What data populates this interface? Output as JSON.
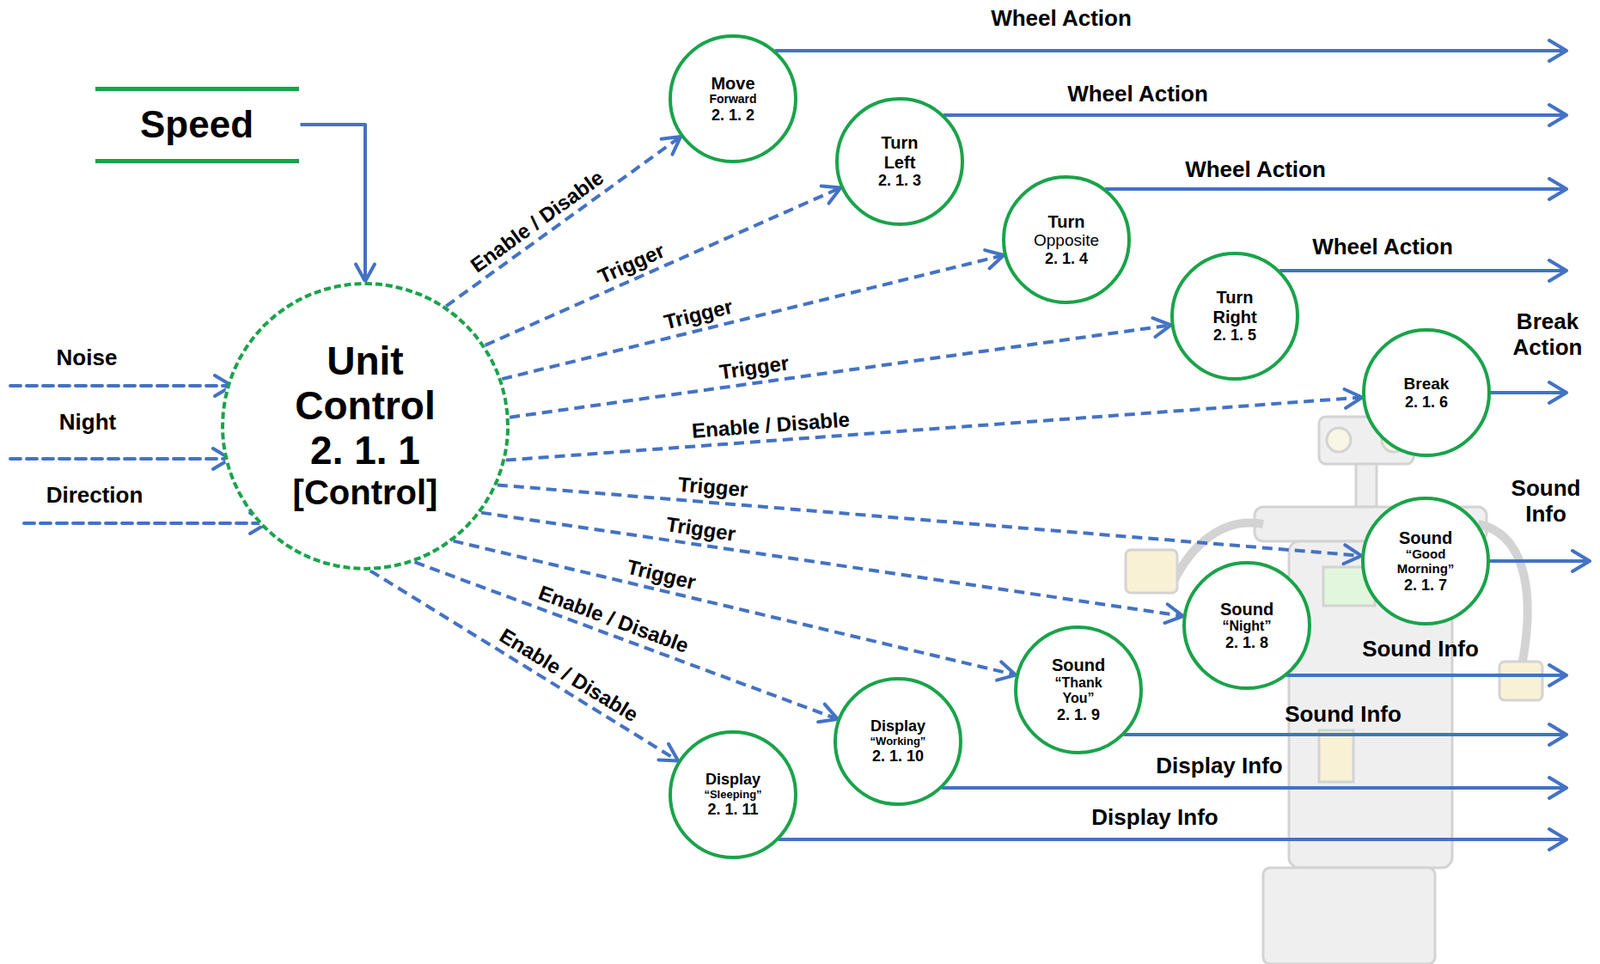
{
  "diagram": {
    "nodes": [
      {
        "text": [
          "Speed"
        ]
      },
      {
        "text": [
          "Unit Control",
          "2. 1. 1",
          "[Control]"
        ]
      },
      {
        "text": [
          "Move",
          "Forward",
          "2. 1. 2"
        ]
      },
      {
        "text": [
          "Turn Left",
          "2. 1. 3"
        ]
      },
      {
        "text": [
          "Turn",
          "Opposite",
          "2. 1. 4"
        ]
      },
      {
        "text": [
          "Turn Right",
          "2. 1. 5"
        ]
      },
      {
        "text": [
          "Break",
          "2. 1. 6"
        ]
      },
      {
        "text": [
          "Sound",
          "“Good Morning”",
          "2. 1. 7"
        ]
      },
      {
        "text": [
          "Sound",
          "“Night”",
          "2. 1. 8"
        ]
      },
      {
        "text": [
          "Sound",
          "“Thank You”",
          "2. 1. 9"
        ]
      },
      {
        "text": [
          "Display",
          "“Working”",
          "2. 1. 10"
        ]
      },
      {
        "text": [
          "Display",
          "“Sleeping”",
          "2. 1. 11"
        ]
      }
    ],
    "edges": [
      {
        "from": 0,
        "to": 1,
        "arrow": "to"
      },
      {
        "from": 1,
        "to": 2,
        "label": "Enable / Disable",
        "arrow": "to"
      },
      {
        "from": 1,
        "to": 3,
        "label": "Trigger",
        "arrow": "to"
      },
      {
        "from": 1,
        "to": 4,
        "label": "Trigger",
        "arrow": "to"
      },
      {
        "from": 1,
        "to": 5,
        "label": "Trigger",
        "arrow": "to"
      },
      {
        "from": 1,
        "to": 6,
        "label": "Enable / Disable",
        "arrow": "to"
      },
      {
        "from": 1,
        "to": 7,
        "label": "Trigger",
        "arrow": "to"
      },
      {
        "from": 1,
        "to": 8,
        "label": "Trigger",
        "arrow": "to"
      },
      {
        "from": 1,
        "to": 9,
        "label": "Trigger",
        "arrow": "to"
      },
      {
        "from": 1,
        "to": 10,
        "label": "Enable / Disable",
        "arrow": "to"
      },
      {
        "from": 1,
        "to": 11,
        "label": "Enable / Disable",
        "arrow": "to"
      }
    ],
    "labels": [
      "Noise",
      "Night",
      "Direction",
      "Wheel Action",
      "Wheel Action",
      "Wheel Action",
      "Wheel Action",
      "Break Action",
      "Sound Info",
      "Sound Info",
      "Sound Info",
      "Display Info",
      "Display Info"
    ]
  }
}
